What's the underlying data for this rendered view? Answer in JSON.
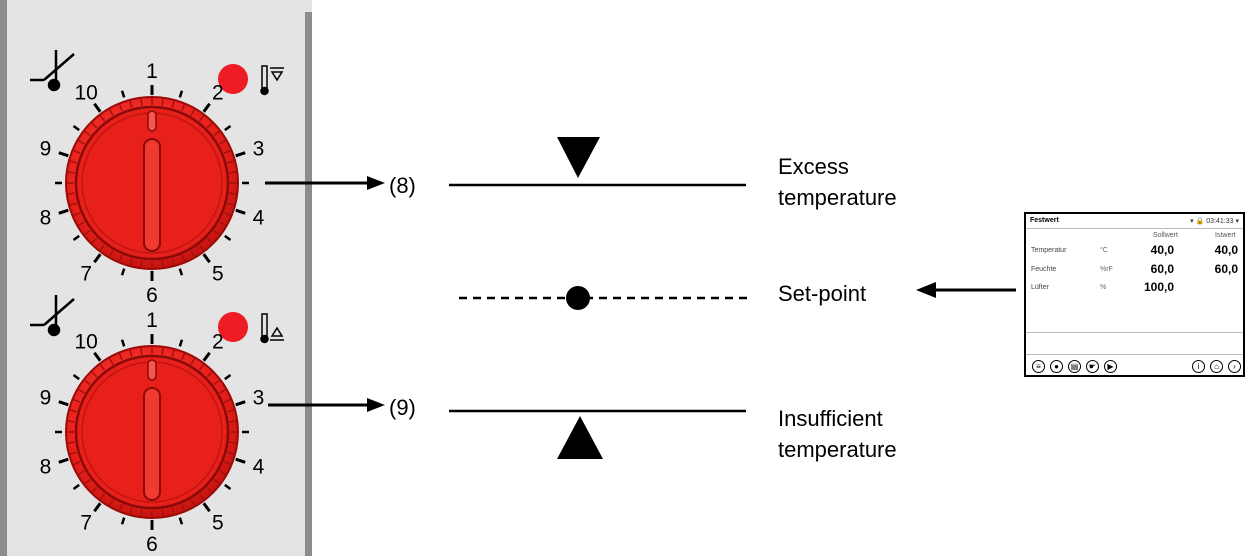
{
  "dial_upper": {
    "numbers": [
      "1",
      "2",
      "3",
      "4",
      "5",
      "6",
      "7",
      "8",
      "9",
      "10"
    ]
  },
  "dial_lower": {
    "numbers": [
      "1",
      "2",
      "3",
      "4",
      "5",
      "6",
      "7",
      "8",
      "9",
      "10"
    ]
  },
  "markers": {
    "upper": "(8)",
    "lower": "(9)"
  },
  "labels": {
    "excess_line1": "Excess",
    "excess_line2": "temperature",
    "setpoint": "Set-point",
    "insufficient_line1": "Insufficient",
    "insufficient_line2": "temperature"
  },
  "colors": {
    "knob": "#e8201c",
    "led": "#ee1c24",
    "panel_border": "#8c8c8c",
    "panel_bg": "#e4e4e4"
  },
  "display": {
    "title": "Festwert",
    "time": "▾ 🔒 03:41:33 ▾",
    "col_setpoint": "Sollwert",
    "col_actual": "Istwert",
    "rows": [
      {
        "label": "Temperatur",
        "unit": "°C",
        "set": "40,0",
        "actual": "40,0"
      },
      {
        "label": "Feuchte",
        "unit": "%rF",
        "set": "60,0",
        "actual": "60,0"
      },
      {
        "label": "Lüfter",
        "unit": "%",
        "set": "100,0",
        "actual": ""
      }
    ],
    "buttons": [
      "list-icon",
      "alarm-icon",
      "menu-icon",
      "touch-icon",
      "play-icon",
      "info-icon",
      "home-icon",
      "next-icon"
    ]
  }
}
